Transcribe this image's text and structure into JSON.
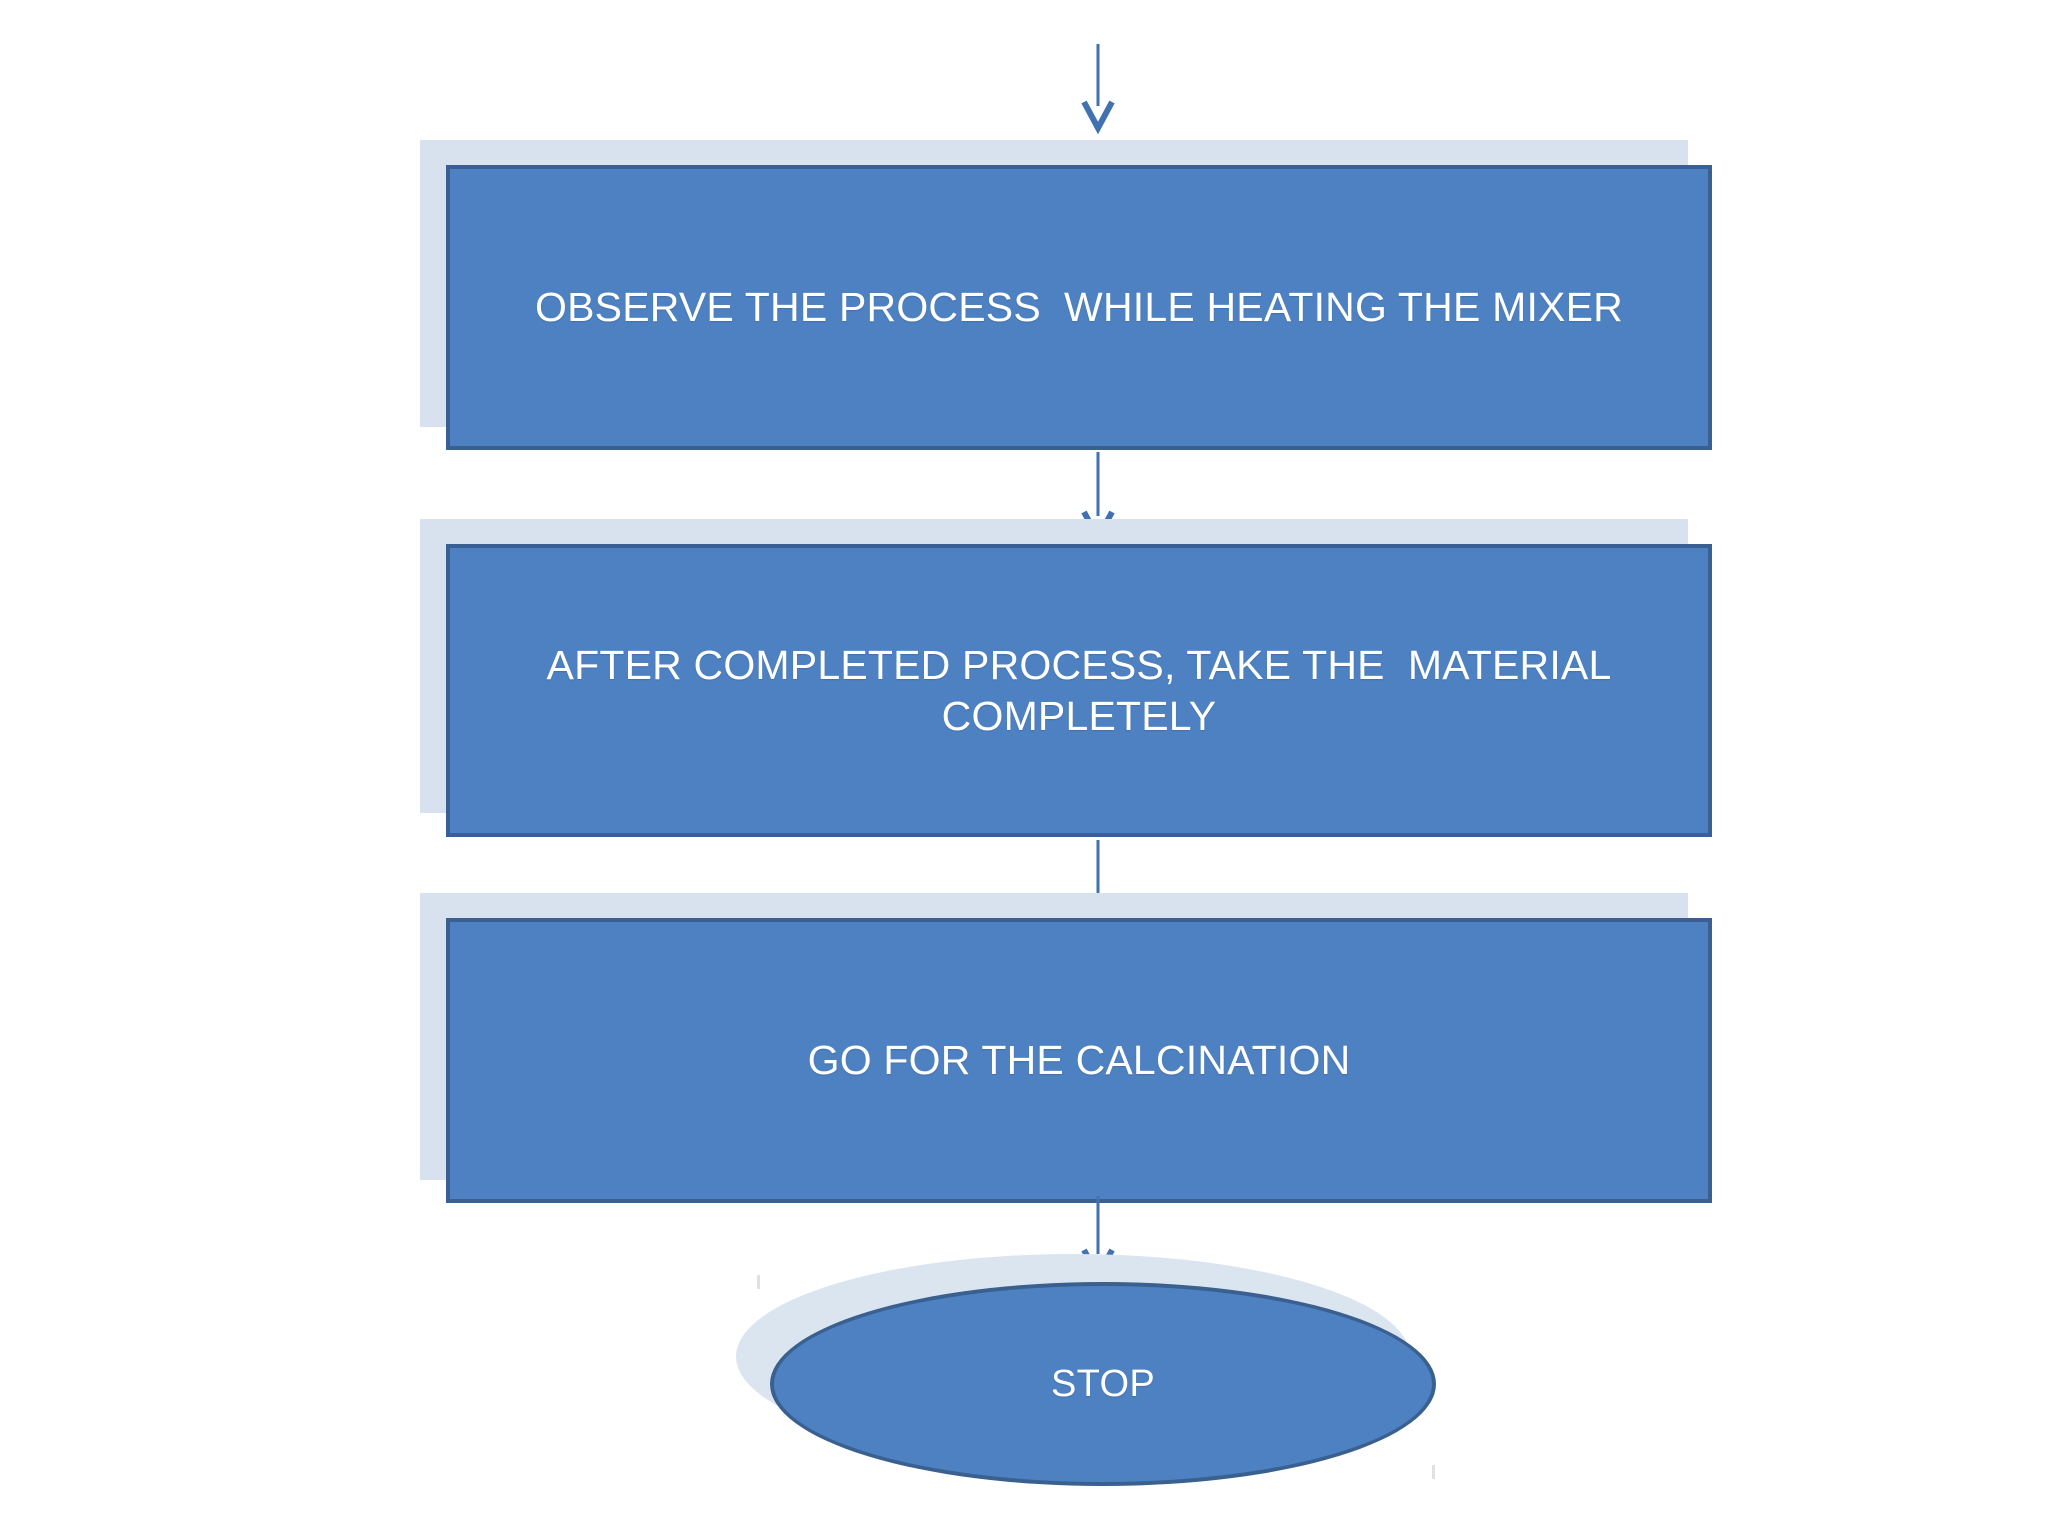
{
  "diagram": {
    "title": "Process flowchart - heating and calcination steps",
    "background_color": "#ffffff",
    "shape_fill": "#4e81c1",
    "shape_border": "#3a6093",
    "shadow_color": "#d7e2ee",
    "connector_color": "#3f72ae",
    "text_color": "#ffffff"
  },
  "nodes": [
    {
      "id": "node-observe",
      "type": "process",
      "label": "OBSERVE THE PROCESS  WHILE HEATING THE MIXER"
    },
    {
      "id": "node-take-material",
      "type": "process",
      "label": "AFTER COMPLETED PROCESS, TAKE THE  MATERIAL COMPLETELY"
    },
    {
      "id": "node-calcination",
      "type": "process",
      "label": "GO FOR THE CALCINATION"
    },
    {
      "id": "node-stop",
      "type": "terminator",
      "label": "STOP"
    }
  ],
  "connectors": [
    {
      "id": "arrow-in-top",
      "from": "",
      "to": "node-observe",
      "direction": "down"
    },
    {
      "id": "arrow-observe-to-take",
      "from": "node-observe",
      "to": "node-take-material",
      "direction": "down"
    },
    {
      "id": "arrow-take-to-calcination",
      "from": "node-take-material",
      "to": "node-calcination",
      "direction": "down"
    },
    {
      "id": "arrow-calcination-to-stop",
      "from": "node-calcination",
      "to": "node-stop",
      "direction": "down"
    }
  ]
}
